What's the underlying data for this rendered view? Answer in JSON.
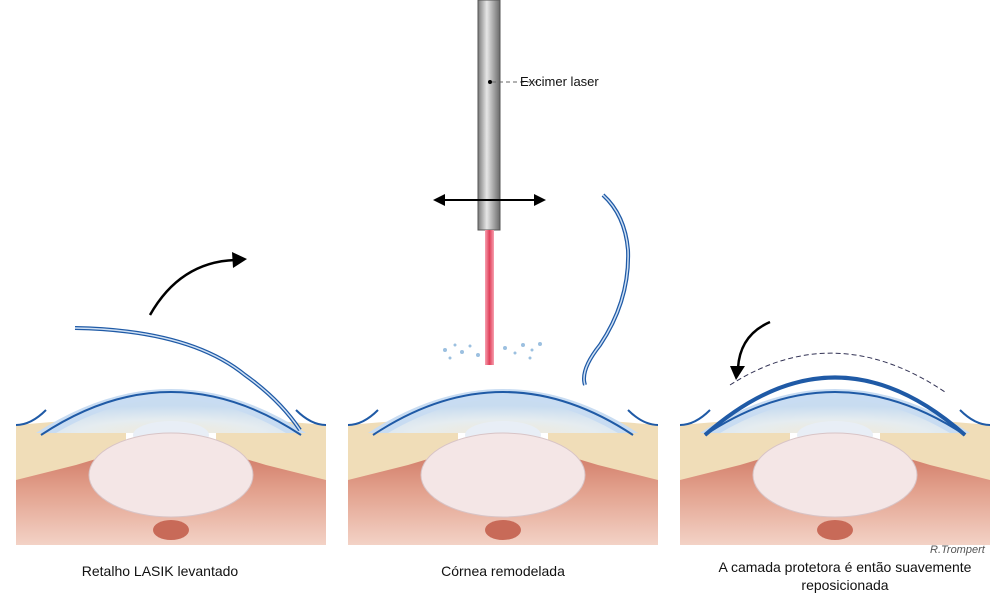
{
  "labels": {
    "laser": "Excimer laser",
    "signature": "R.Trompert"
  },
  "panels": [
    {
      "caption": "Retalho LASIK levantado"
    },
    {
      "caption": "Córnea remodelada"
    },
    {
      "caption_line1": "A camada protetora é então suavemente",
      "caption_line2": "reposicionada"
    }
  ],
  "colors": {
    "flap": "#1f5aa6",
    "beam": "#e0405a",
    "cornea": "#c8dcf2"
  }
}
